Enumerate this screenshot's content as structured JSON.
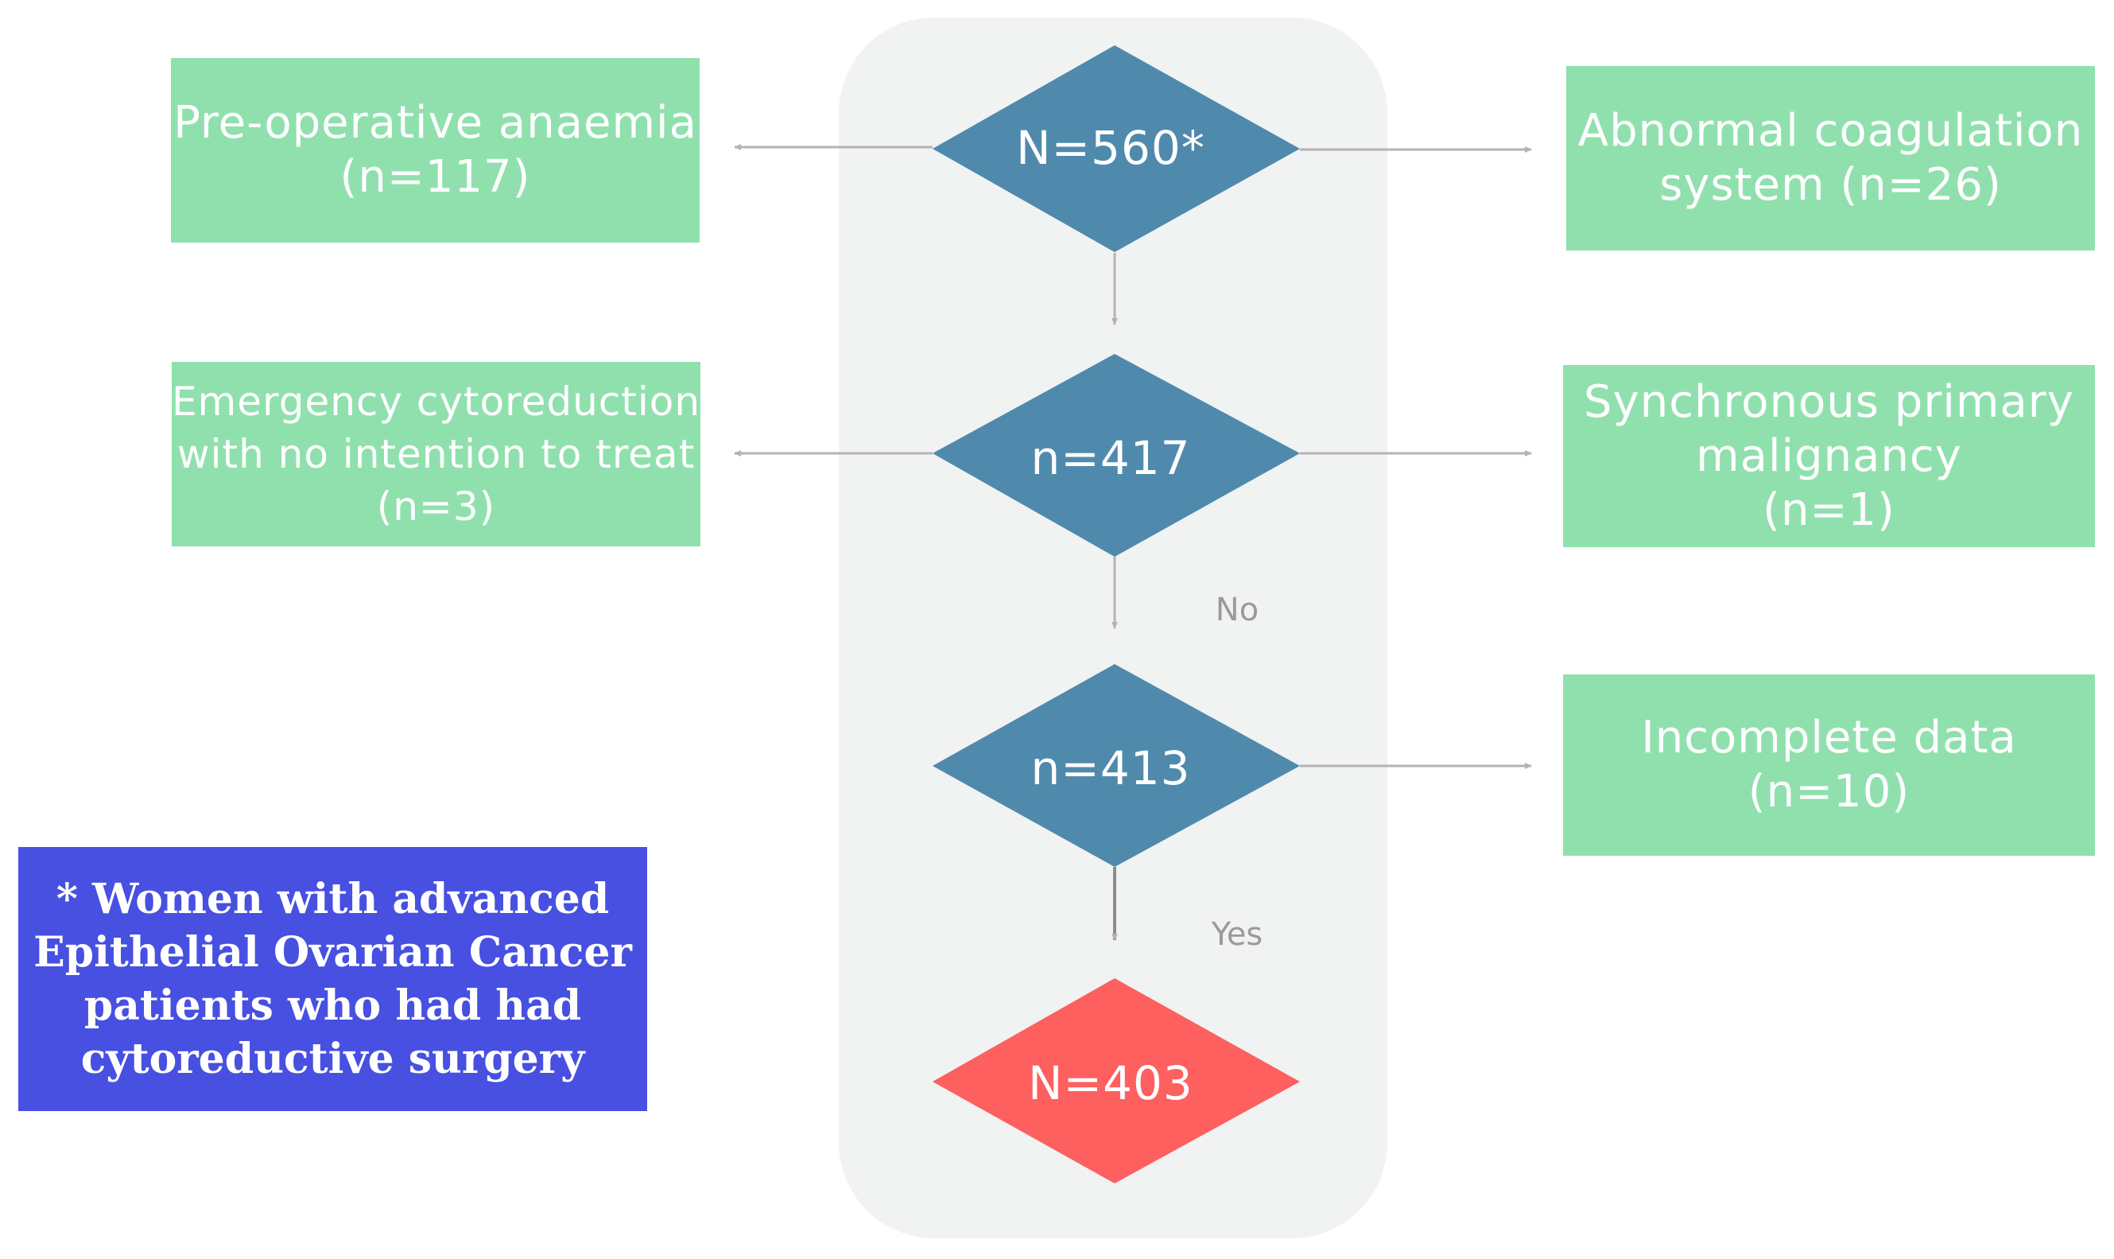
{
  "diagram": {
    "nodes": {
      "n1": "N=560*",
      "n2": "n=417",
      "n3": "n=413",
      "n4": "N=403"
    },
    "left_boxes": {
      "anaemia": [
        "Pre-operative anaemia",
        "(n=117)"
      ],
      "emergency": [
        "Emergency cytoreduction",
        "with no intention to treat",
        "(n=3)"
      ]
    },
    "right_boxes": {
      "coagulation": [
        "Abnormal coagulation",
        "system (n=26)"
      ],
      "synchronous": [
        "Synchronous primary",
        "malignancy",
        "(n=1)"
      ],
      "incomplete": [
        "Incomplete data",
        "(n=10)"
      ]
    },
    "branch_labels": {
      "no": "No",
      "yes": "Yes"
    },
    "footnote": [
      "* Women with advanced",
      "Epithelial Ovarian Cancer",
      "patients who had had",
      "cytoreductive surgery"
    ],
    "colors": {
      "panel": "#f1f2f2",
      "box": "#90e0ae",
      "node": "#4f8aad",
      "final_node": "#fe5f5f",
      "note": "#4750e0",
      "connector": "#b3b3b3"
    }
  }
}
